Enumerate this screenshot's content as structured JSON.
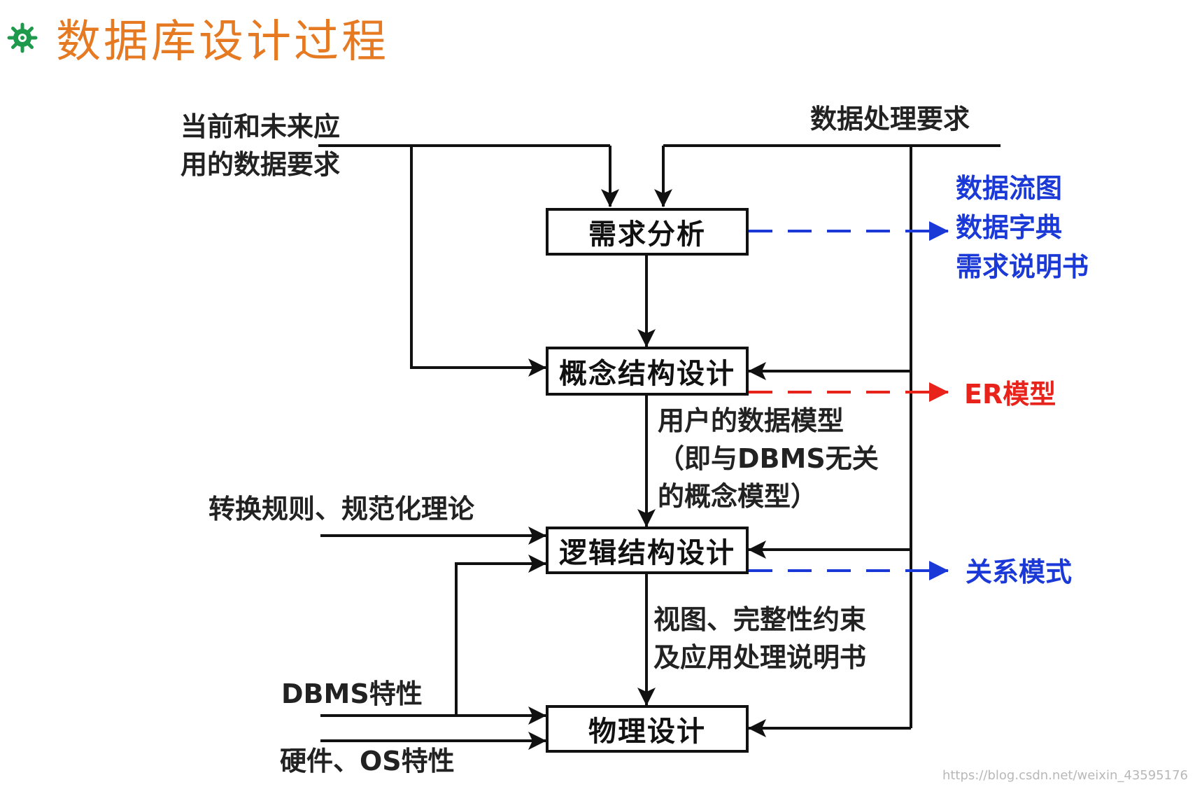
{
  "title": "数据库设计过程",
  "boxes": {
    "requirements": "需求分析",
    "conceptual": "概念结构设计",
    "logical": "逻辑结构设计",
    "physical": "物理设计"
  },
  "inputs": {
    "app_data_req_line1": "当前和未来应",
    "app_data_req_line2": "用的数据要求",
    "processing_req": "数据处理要求",
    "rules": "转换规则、规范化理论",
    "dbms_features": "DBMS特性",
    "hardware_os": "硬件、OS特性"
  },
  "flows": {
    "user_model_line1": "用户的数据模型",
    "user_model_line2": "（即与DBMS无关",
    "user_model_line3": "的概念模型）",
    "views_line1": "视图、完整性约束",
    "views_line2": "及应用处理说明书"
  },
  "outputs": {
    "dfd": "数据流图",
    "dictionary": "数据字典",
    "spec": "需求说明书",
    "er": "ER模型",
    "relational": "关系模式"
  },
  "watermark": "https://blog.csdn.net/weixin_43595176",
  "colors": {
    "title": "#e57a22",
    "blue": "#1a39d6",
    "red": "#e8231c",
    "bullet": "#1f9a4c"
  }
}
